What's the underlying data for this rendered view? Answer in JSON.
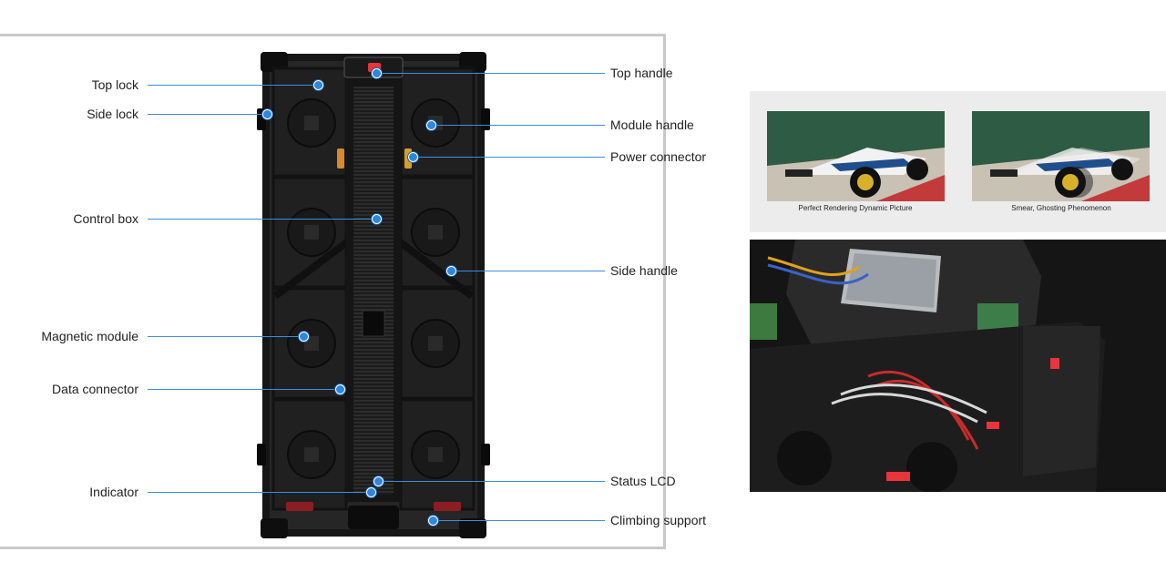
{
  "labels_left": {
    "top_lock": "Top lock",
    "side_lock": "Side lock",
    "control_box": "Control box",
    "magnetic_module": "Magnetic module",
    "data_connector": "Data connector",
    "indicator": "Indicator"
  },
  "labels_right": {
    "top_handle": "Top handle",
    "module_handle": "Module handle",
    "power_connector": "Power connector",
    "side_handle": "Side handle",
    "status_lcd": "Status LCD",
    "climbing_support": "Climbing support"
  },
  "comparison": {
    "left_caption": "Perfect Rendering Dynamic Picture",
    "right_caption": "Smear, Ghosting Phenomenon"
  },
  "colors": {
    "leader_line": "#3a8ee0",
    "callout_dot": "#2e86de",
    "frame": "#c8c8c8",
    "accent_red": "#e8343b"
  }
}
